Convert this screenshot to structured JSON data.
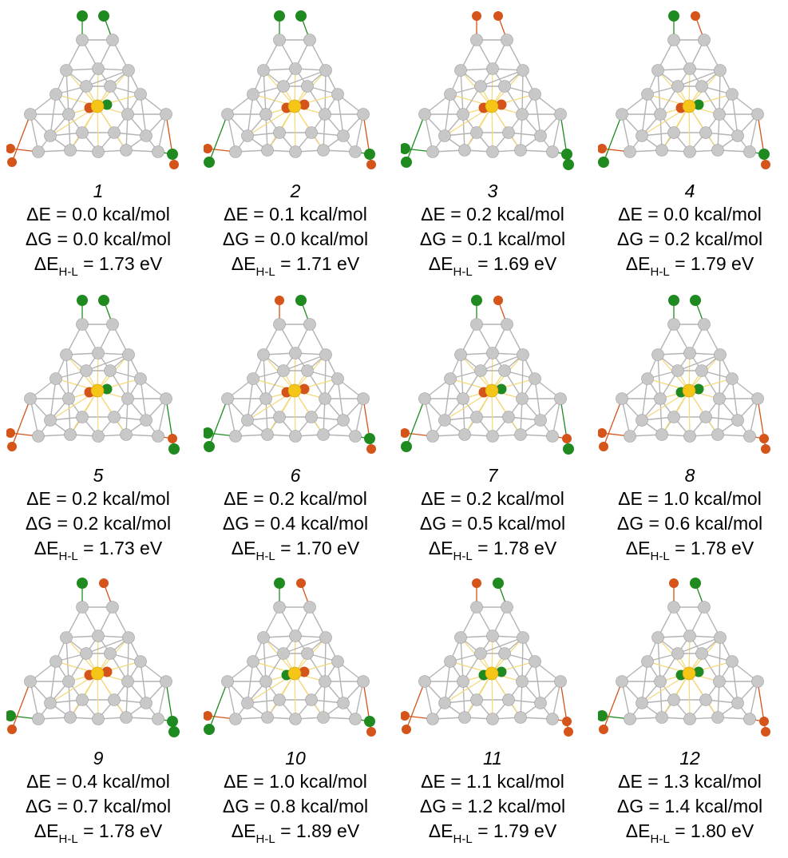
{
  "colors": {
    "silver_atom": "#c8c8c8",
    "gold_atom": "#f5c518",
    "green_atom": "#1f8a1f",
    "orange_atom": "#d4541a",
    "bond": "#b4b4b4"
  },
  "isomers": [
    {
      "id": "1",
      "dE": "ΔE = 0.0 kcal/mol",
      "dG": "ΔG = 0.0 kcal/mol",
      "gap_prefix": "ΔE",
      "gap_sub": "H-L",
      "gap_value": " = 1.73 eV",
      "ligands": {
        "top": [
          "green",
          "green"
        ],
        "left": [
          "orange",
          "orange"
        ],
        "right": [
          "green",
          "orange"
        ]
      },
      "center": [
        "orange",
        "green"
      ]
    },
    {
      "id": "2",
      "dE": "ΔE = 0.1 kcal/mol",
      "dG": "ΔG = 0.0 kcal/mol",
      "gap_prefix": "ΔE",
      "gap_sub": "H-L",
      "gap_value": " = 1.71 eV",
      "ligands": {
        "top": [
          "green",
          "green"
        ],
        "left": [
          "orange",
          "green"
        ],
        "right": [
          "green",
          "orange"
        ]
      },
      "center": [
        "orange",
        "orange"
      ]
    },
    {
      "id": "3",
      "dE": "ΔE = 0.2 kcal/mol",
      "dG": "ΔG = 0.1 kcal/mol",
      "gap_prefix": "ΔE",
      "gap_sub": "H-L",
      "gap_value": " = 1.69 eV",
      "ligands": {
        "top": [
          "orange",
          "orange"
        ],
        "left": [
          "green",
          "green"
        ],
        "right": [
          "green",
          "green"
        ]
      },
      "center": [
        "orange",
        "orange"
      ]
    },
    {
      "id": "4",
      "dE": "ΔE = 0.0 kcal/mol",
      "dG": "ΔG = 0.2 kcal/mol",
      "gap_prefix": "ΔE",
      "gap_sub": "H-L",
      "gap_value": " = 1.79 eV",
      "ligands": {
        "top": [
          "green",
          "orange"
        ],
        "left": [
          "orange",
          "green"
        ],
        "right": [
          "green",
          "orange"
        ]
      },
      "center": [
        "orange",
        "green"
      ]
    },
    {
      "id": "5",
      "dE": "ΔE = 0.2 kcal/mol",
      "dG": "ΔG = 0.2 kcal/mol",
      "gap_prefix": "ΔE",
      "gap_sub": "H-L",
      "gap_value": " = 1.73 eV",
      "ligands": {
        "top": [
          "green",
          "green"
        ],
        "left": [
          "orange",
          "orange"
        ],
        "right": [
          "orange",
          "green"
        ]
      },
      "center": [
        "orange",
        "green"
      ]
    },
    {
      "id": "6",
      "dE": "ΔE = 0.2 kcal/mol",
      "dG": "ΔG = 0.4 kcal/mol",
      "gap_prefix": "ΔE",
      "gap_sub": "H-L",
      "gap_value": " = 1.70 eV",
      "ligands": {
        "top": [
          "orange",
          "green"
        ],
        "left": [
          "green",
          "green"
        ],
        "right": [
          "green",
          "orange"
        ]
      },
      "center": [
        "orange",
        "orange"
      ]
    },
    {
      "id": "7",
      "dE": "ΔE = 0.2 kcal/mol",
      "dG": "ΔG = 0.5 kcal/mol",
      "gap_prefix": "ΔE",
      "gap_sub": "H-L",
      "gap_value": " = 1.78 eV",
      "ligands": {
        "top": [
          "green",
          "orange"
        ],
        "left": [
          "orange",
          "green"
        ],
        "right": [
          "orange",
          "green"
        ]
      },
      "center": [
        "orange",
        "green"
      ]
    },
    {
      "id": "8",
      "dE": "ΔE = 1.0 kcal/mol",
      "dG": "ΔG = 0.6 kcal/mol",
      "gap_prefix": "ΔE",
      "gap_sub": "H-L",
      "gap_value": " = 1.78 eV",
      "ligands": {
        "top": [
          "green",
          "green"
        ],
        "left": [
          "orange",
          "orange"
        ],
        "right": [
          "orange",
          "orange"
        ]
      },
      "center": [
        "green",
        "green"
      ]
    },
    {
      "id": "9",
      "dE": "ΔE = 0.4 kcal/mol",
      "dG": "ΔG = 0.7 kcal/mol",
      "gap_prefix": "ΔE",
      "gap_sub": "H-L",
      "gap_value": " = 1.78 eV",
      "ligands": {
        "top": [
          "green",
          "orange"
        ],
        "left": [
          "green",
          "orange"
        ],
        "right": [
          "green",
          "green"
        ]
      },
      "center": [
        "orange",
        "orange"
      ]
    },
    {
      "id": "10",
      "dE": "ΔE = 1.0 kcal/mol",
      "dG": "ΔG = 0.8 kcal/mol",
      "gap_prefix": "ΔE",
      "gap_sub": "H-L",
      "gap_value": " = 1.89 eV",
      "ligands": {
        "top": [
          "green",
          "orange"
        ],
        "left": [
          "orange",
          "green"
        ],
        "right": [
          "green",
          "orange"
        ]
      },
      "center": [
        "green",
        "orange"
      ]
    },
    {
      "id": "11",
      "dE": "ΔE = 1.1 kcal/mol",
      "dG": "ΔG = 1.2 kcal/mol",
      "gap_prefix": "ΔE",
      "gap_sub": "H-L",
      "gap_value": " = 1.79 eV",
      "ligands": {
        "top": [
          "orange",
          "green"
        ],
        "left": [
          "orange",
          "orange"
        ],
        "right": [
          "orange",
          "orange"
        ]
      },
      "center": [
        "green",
        "green"
      ]
    },
    {
      "id": "12",
      "dE": "ΔE = 1.3 kcal/mol",
      "dG": "ΔG = 1.4 kcal/mol",
      "gap_prefix": "ΔE",
      "gap_sub": "H-L",
      "gap_value": " = 1.80 eV",
      "ligands": {
        "top": [
          "orange",
          "green"
        ],
        "left": [
          "green",
          "orange"
        ],
        "right": [
          "orange",
          "orange"
        ]
      },
      "center": [
        "green",
        "green"
      ]
    }
  ]
}
